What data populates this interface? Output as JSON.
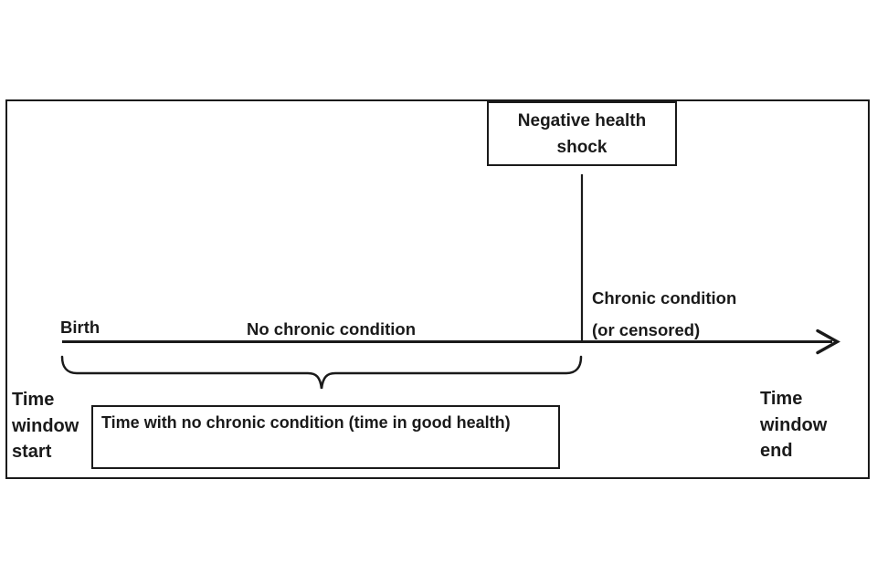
{
  "colors": {
    "ink": "#1a1a1a",
    "background": "#ffffff"
  },
  "shock_box": {
    "line1": "Negative health",
    "line2": "shock"
  },
  "timeline": {
    "birth_label": "Birth",
    "segment_label": "No chronic condition",
    "event_label_line1": "Chronic condition",
    "event_label_line2": "(or censored)"
  },
  "duration_box": {
    "label": "Time with no chronic condition (time in good health)"
  },
  "window_start": {
    "line1": "Time",
    "line2": "window",
    "line3": "start"
  },
  "window_end": {
    "line1": "Time",
    "line2": "window",
    "line3": "end"
  }
}
